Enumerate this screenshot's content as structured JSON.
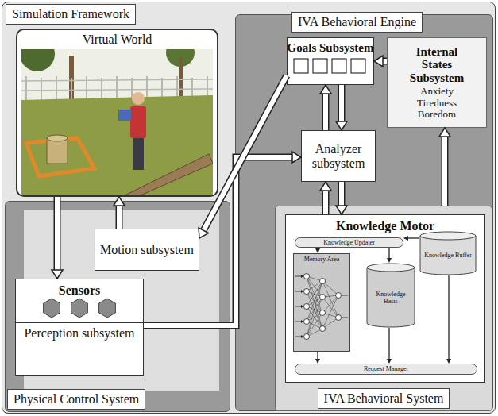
{
  "diagram": {
    "nodes": [
      {
        "text": [
          "Simulation Framework"
        ]
      },
      {
        "text": [
          "Virtual World"
        ],
        "in": 0
      },
      {
        "text": [
          "Physical Control System"
        ],
        "in": 0
      },
      {
        "text": [
          "Motion subsystem"
        ],
        "in": 2
      },
      {
        "text": [
          "Sensors",
          "Perception subsystem"
        ],
        "in": 2
      },
      {
        "text": [
          "IVA Behavioral Engine"
        ]
      },
      {
        "text": [
          "Goals Subsystem"
        ],
        "in": 5
      },
      {
        "text": [
          "Internal States Subsystem",
          "Anxiety Tiredness Boredom"
        ],
        "in": 5
      },
      {
        "text": [
          "Analyzer subsystem"
        ],
        "in": 5
      },
      {
        "text": [
          "IVA Behavioral System"
        ],
        "in": 5
      },
      {
        "text": [
          "Knowledge Motor"
        ],
        "in": 9
      },
      {
        "text": [
          "Knowledge Updater"
        ],
        "in": 10
      },
      {
        "text": [
          "Memory Area"
        ],
        "in": 10
      },
      {
        "text": [
          "Knowledge Basis"
        ],
        "in": 10
      },
      {
        "text": [
          "Knowledge Buffer"
        ],
        "in": 10
      },
      {
        "text": [
          "Request Manager"
        ],
        "in": 10
      }
    ],
    "edges": [
      {
        "from": 3,
        "to": 1,
        "arrow": "to"
      },
      {
        "from": 1,
        "to": 4,
        "arrow": "to"
      },
      {
        "from": 4,
        "to": 8,
        "arrow": "to"
      },
      {
        "from": 6,
        "to": 3,
        "arrow": "to"
      },
      {
        "from": 8,
        "to": 6,
        "arrow": "to"
      },
      {
        "from": 6,
        "to": 8,
        "arrow": "to"
      },
      {
        "from": 10,
        "to": 8,
        "arrow": "to"
      },
      {
        "from": 8,
        "to": 10,
        "arrow": "to"
      },
      {
        "from": 7,
        "to": 6,
        "arrow": "to"
      },
      {
        "from": 9,
        "to": 7,
        "arrow": "to"
      },
      {
        "from": 14,
        "to": 11,
        "arrow": "to"
      },
      {
        "from": 11,
        "to": 12,
        "arrow": "to"
      },
      {
        "from": 11,
        "to": 13,
        "arrow": "to"
      },
      {
        "from": 12,
        "to": 15,
        "arrow": "to"
      },
      {
        "from": 13,
        "to": 15,
        "arrow": "to"
      },
      {
        "from": 14,
        "to": 15,
        "arrow": "to"
      }
    ]
  }
}
